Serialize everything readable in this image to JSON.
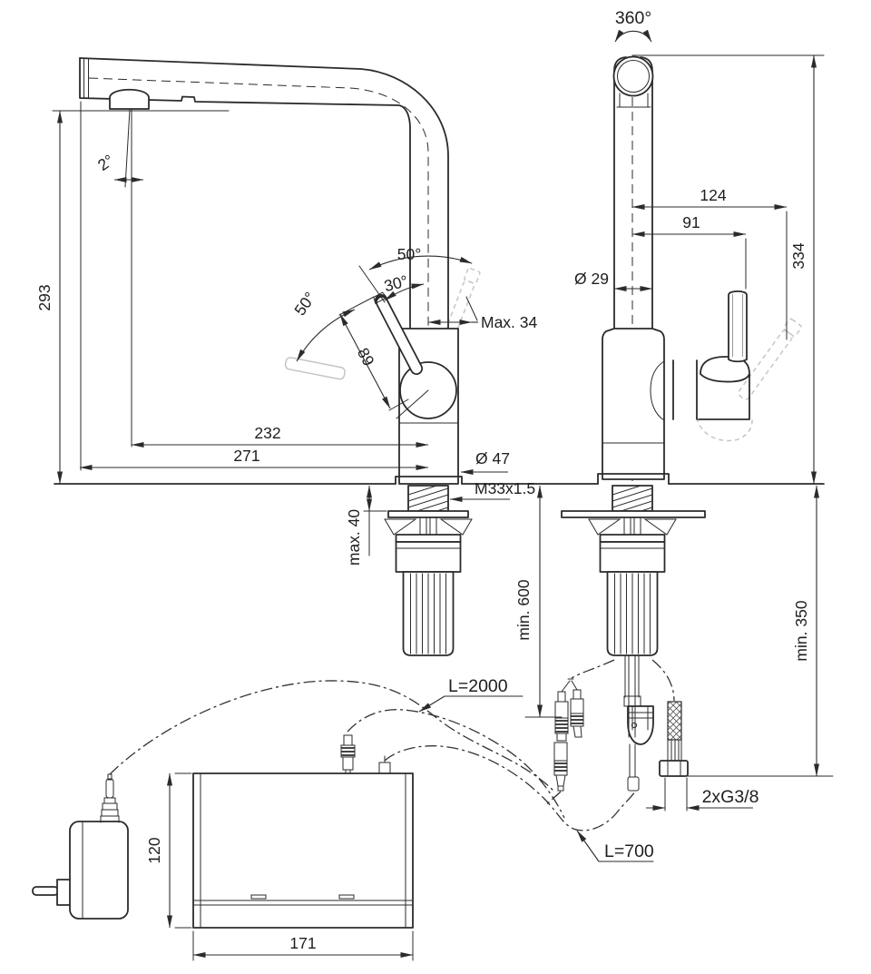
{
  "drawing": {
    "title": "faucet-installation-dimension-drawing",
    "labels": {
      "swivel_360": "360°",
      "height_293": "293",
      "tilt_2": "2°",
      "arc50_top": "50°",
      "arc30": "30°",
      "arc50_left": "50°",
      "max34": "Max. 34",
      "lever_89": "89",
      "reach_232": "232",
      "reach_271": "271",
      "dia47": "Ø 47",
      "thread_m33": "M33x1.5",
      "deck_max40": "max. 40",
      "dist_124": "124",
      "dist_91": "91",
      "dia29": "Ø 29",
      "height_334": "334",
      "min600": "min. 600",
      "min350": "min. 350",
      "cable_l2000": "L=2000",
      "hose_l700": "L=700",
      "g38": "2xG3/8",
      "box_120": "120",
      "box_171": "171"
    },
    "colors": {
      "line": "#2b2b2b",
      "ghost": "#c5c5c5",
      "background": "#ffffff"
    }
  }
}
